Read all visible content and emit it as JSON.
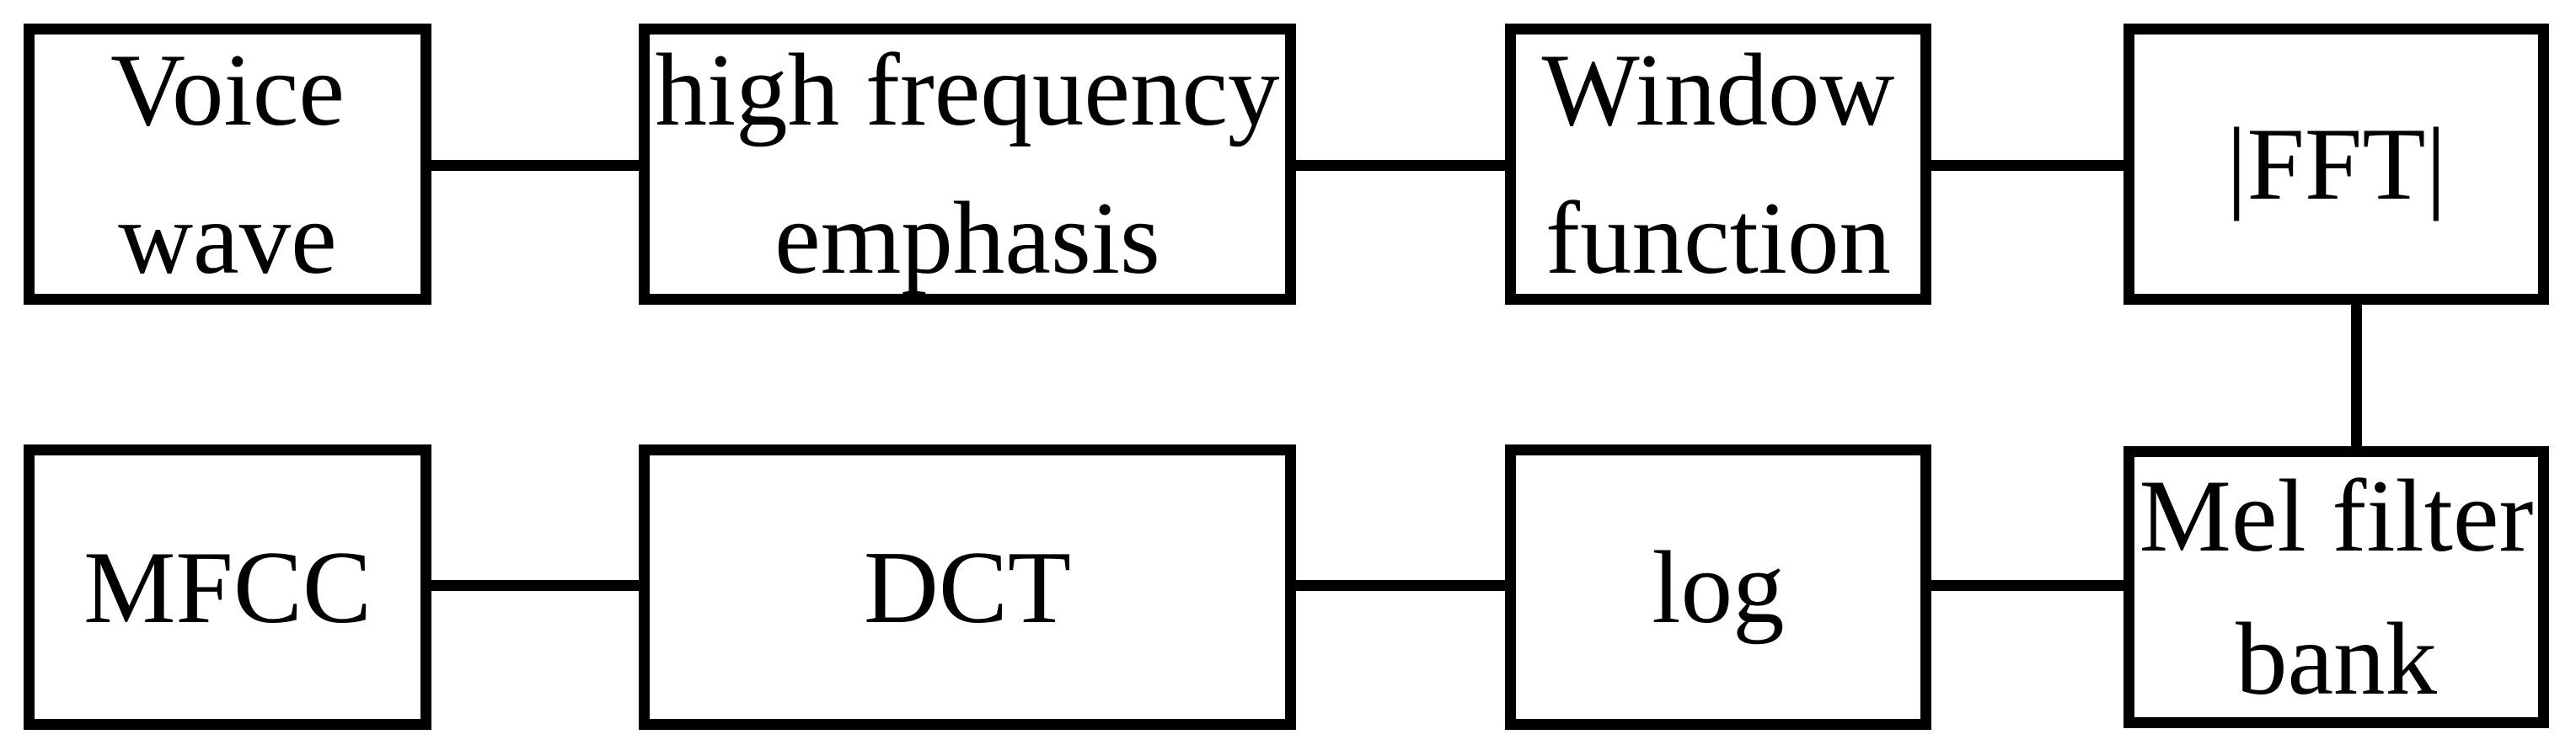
{
  "diagram": {
    "description": "MFCC feature extraction block diagram",
    "colors": {
      "line": "#000000",
      "background": "#ffffff"
    },
    "boxes": {
      "voice_wave": {
        "line1": "Voice",
        "line2": "wave"
      },
      "high_frequency_emphasis": {
        "line1": "high frequency",
        "line2": "emphasis"
      },
      "window_function": {
        "line1": "Window",
        "line2": "function"
      },
      "fft": {
        "line1": "|FFT|"
      },
      "mfcc": {
        "line1": "MFCC"
      },
      "dct": {
        "line1": "DCT"
      },
      "log": {
        "line1": "log"
      },
      "mel_filter_bank": {
        "line1": "Mel filter",
        "line2": "bank"
      }
    },
    "connections": [
      {
        "from": "voice_wave",
        "to": "high_frequency_emphasis"
      },
      {
        "from": "high_frequency_emphasis",
        "to": "window_function"
      },
      {
        "from": "window_function",
        "to": "fft"
      },
      {
        "from": "fft",
        "to": "mel_filter_bank"
      },
      {
        "from": "mel_filter_bank",
        "to": "log"
      },
      {
        "from": "log",
        "to": "dct"
      },
      {
        "from": "dct",
        "to": "mfcc"
      }
    ]
  }
}
